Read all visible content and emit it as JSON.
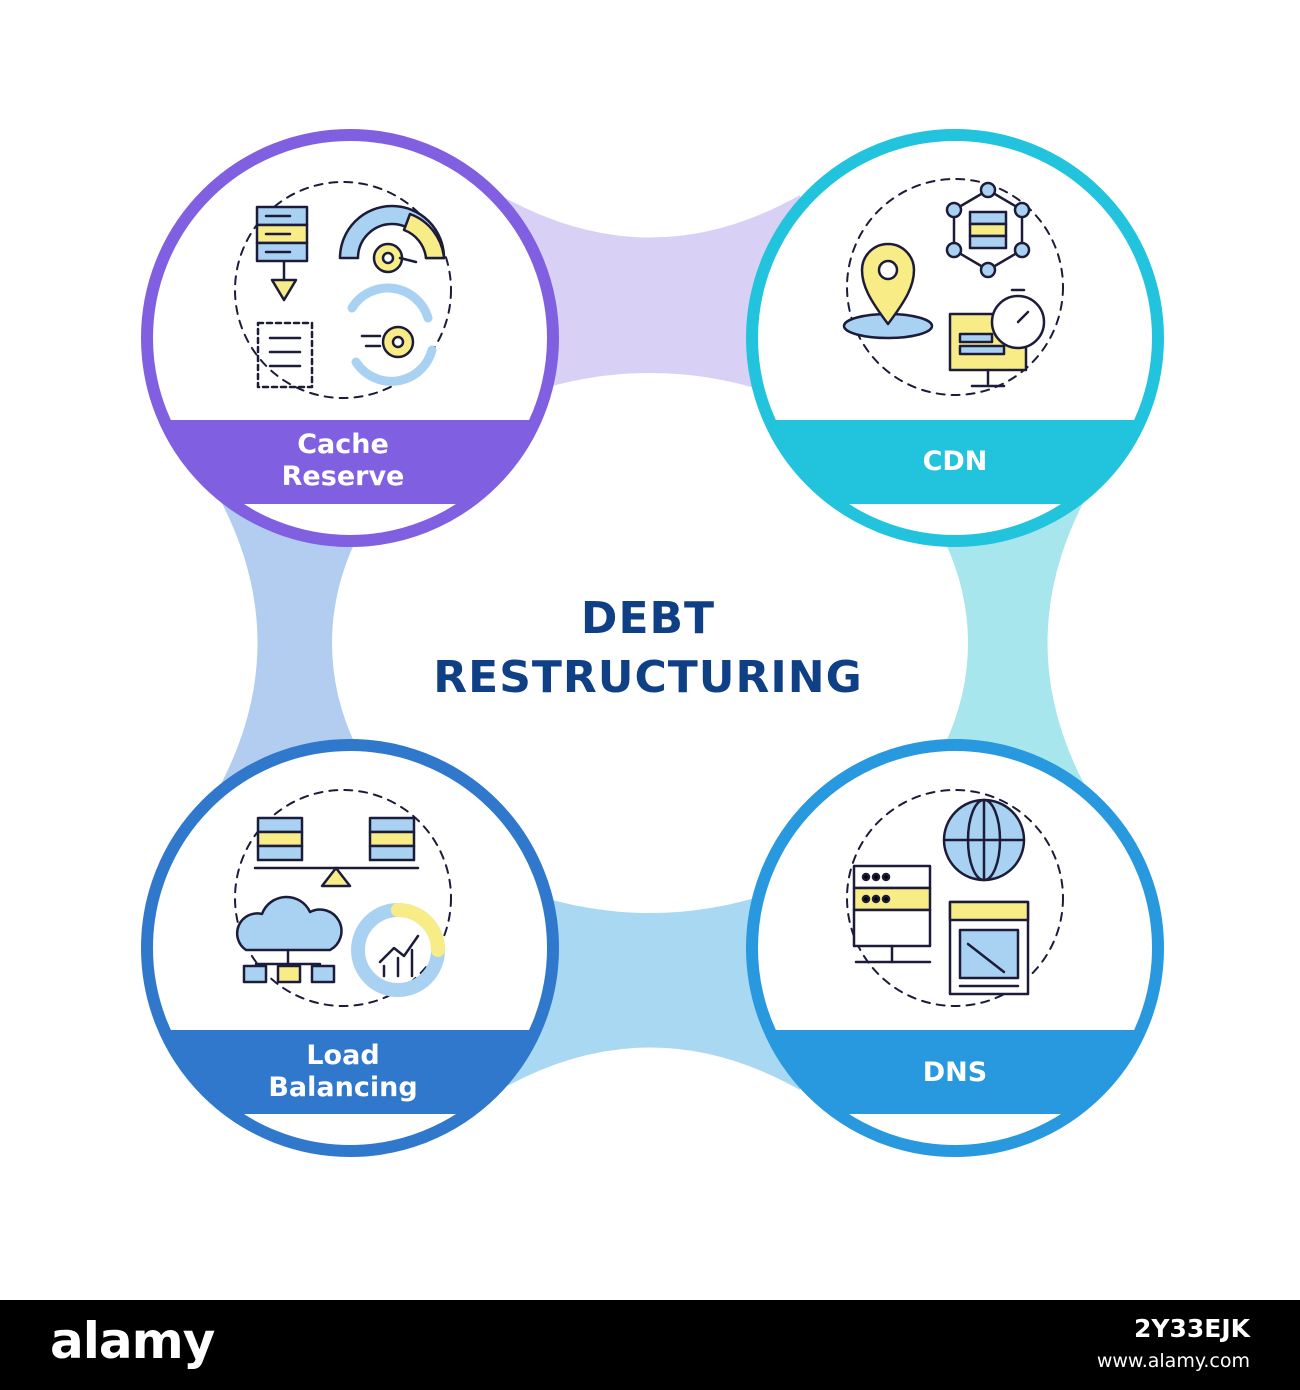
{
  "title": {
    "line1": "DEBT",
    "line2": "RESTRUCTURING"
  },
  "colors": {
    "cache": "#8060e0",
    "cdn": "#22c3dd",
    "load": "#2f78cc",
    "dns": "#2898df",
    "title": "#0f3f84",
    "icon_yellow": "#f7ec86",
    "icon_blue": "#a9d2f2",
    "icon_stroke": "#1c1c3a"
  },
  "nodes": [
    {
      "id": "cache-reserve",
      "lines": [
        "Cache",
        "Reserve"
      ],
      "color_key": "cache",
      "icon": "cache-reserve-icon"
    },
    {
      "id": "cdn",
      "lines": [
        "CDN"
      ],
      "color_key": "cdn",
      "icon": "cdn-icon"
    },
    {
      "id": "load-balancing",
      "lines": [
        "Load",
        "Balancing"
      ],
      "color_key": "load",
      "icon": "load-balancing-icon"
    },
    {
      "id": "dns",
      "lines": [
        "DNS"
      ],
      "color_key": "dns",
      "icon": "dns-icon"
    }
  ],
  "footer": {
    "logo": "alamy",
    "image_id": "2Y33EJK",
    "url": "www.alamy.com"
  }
}
